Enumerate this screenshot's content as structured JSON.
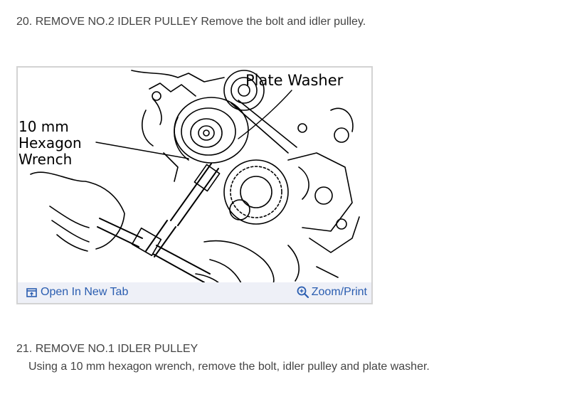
{
  "step20": {
    "text": "20. REMOVE NO.2 IDLER PULLEY Remove the bolt and idler pulley."
  },
  "figure": {
    "labels": {
      "plate_washer": "Plate Washer",
      "wrench_line1": "10 mm",
      "wrench_line2": "Hexagon",
      "wrench_line3": "Wrench"
    },
    "toolbar": {
      "open_tab": "Open In New Tab",
      "zoom_print": "Zoom/Print",
      "open_tab_icon": "open-new-tab-icon",
      "zoom_icon": "zoom-plus-icon",
      "link_color": "#2a5db0",
      "background": "#eef0f7"
    }
  },
  "step21": {
    "title": "21. REMOVE NO.1 IDLER PULLEY",
    "description": "Using a 10 mm hexagon wrench, remove the bolt, idler pulley and plate washer."
  }
}
